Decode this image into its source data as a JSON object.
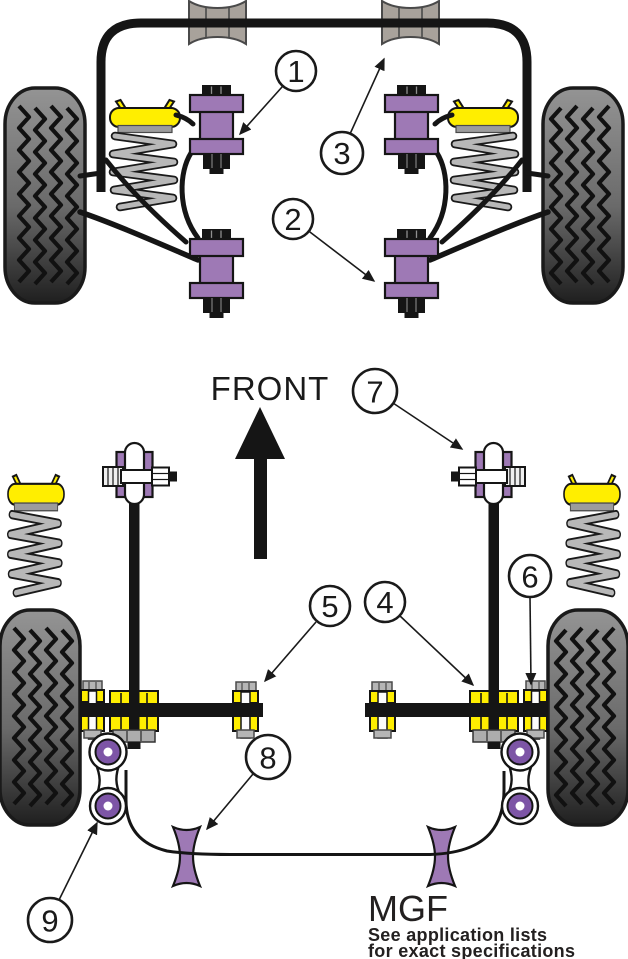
{
  "diagram": {
    "front_label": "FRONT",
    "model_label": "MGF",
    "note_line1": "See application lists",
    "note_line2": "for exact specifications",
    "callouts": [
      {
        "number": "1"
      },
      {
        "number": "2"
      },
      {
        "number": "3"
      },
      {
        "number": "4"
      },
      {
        "number": "5"
      },
      {
        "number": "6"
      },
      {
        "number": "7"
      },
      {
        "number": "8"
      },
      {
        "number": "9"
      }
    ],
    "colors": {
      "bushing_purple": "#9E79B5",
      "drop_link_purple": "#7D55A6",
      "mount_yellow": "#FFEE00",
      "arb_spool_gray": "#A8A29B",
      "line_black": "#151515"
    }
  }
}
